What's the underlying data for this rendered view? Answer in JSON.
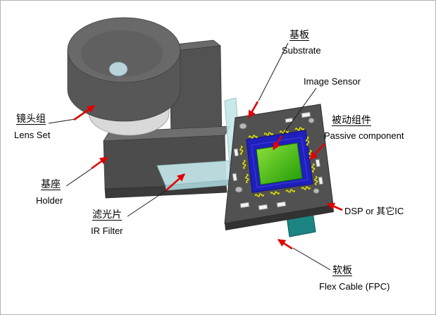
{
  "figure": {
    "type": "technical-diagram",
    "subject": "Camera module exploded assembly diagram",
    "labels": {
      "lens_set": {
        "zh": "镜头组",
        "en": "Lens Set"
      },
      "holder": {
        "zh": "基座",
        "en": "Holder"
      },
      "ir_filter": {
        "zh": "滤光片",
        "en": "IR Filter"
      },
      "substrate": {
        "zh": "基板",
        "en": "Substrate"
      },
      "image_sensor": {
        "en": "Image Sensor"
      },
      "passive_component": {
        "zh": "被动组件",
        "en": "Passive component"
      },
      "dsp_ic": {
        "en": "DSP or 其它IC"
      },
      "flex_cable": {
        "zh": "软板",
        "en": "Flex Cable (FPC)"
      }
    },
    "colors": {
      "arrow_red": "#e00000",
      "leader_line": "#1a1a1a",
      "module_dark_gray": "#515151",
      "lens_ring_light": "#d9d9d9",
      "ir_filter_cyan": "#c3e5e8",
      "sensor_package_blue": "#1f1fbe",
      "image_sensor_green": "#3cc40e",
      "wire_bond_yellow": "#e6e600",
      "fpc_teal": "#1d8484"
    }
  }
}
